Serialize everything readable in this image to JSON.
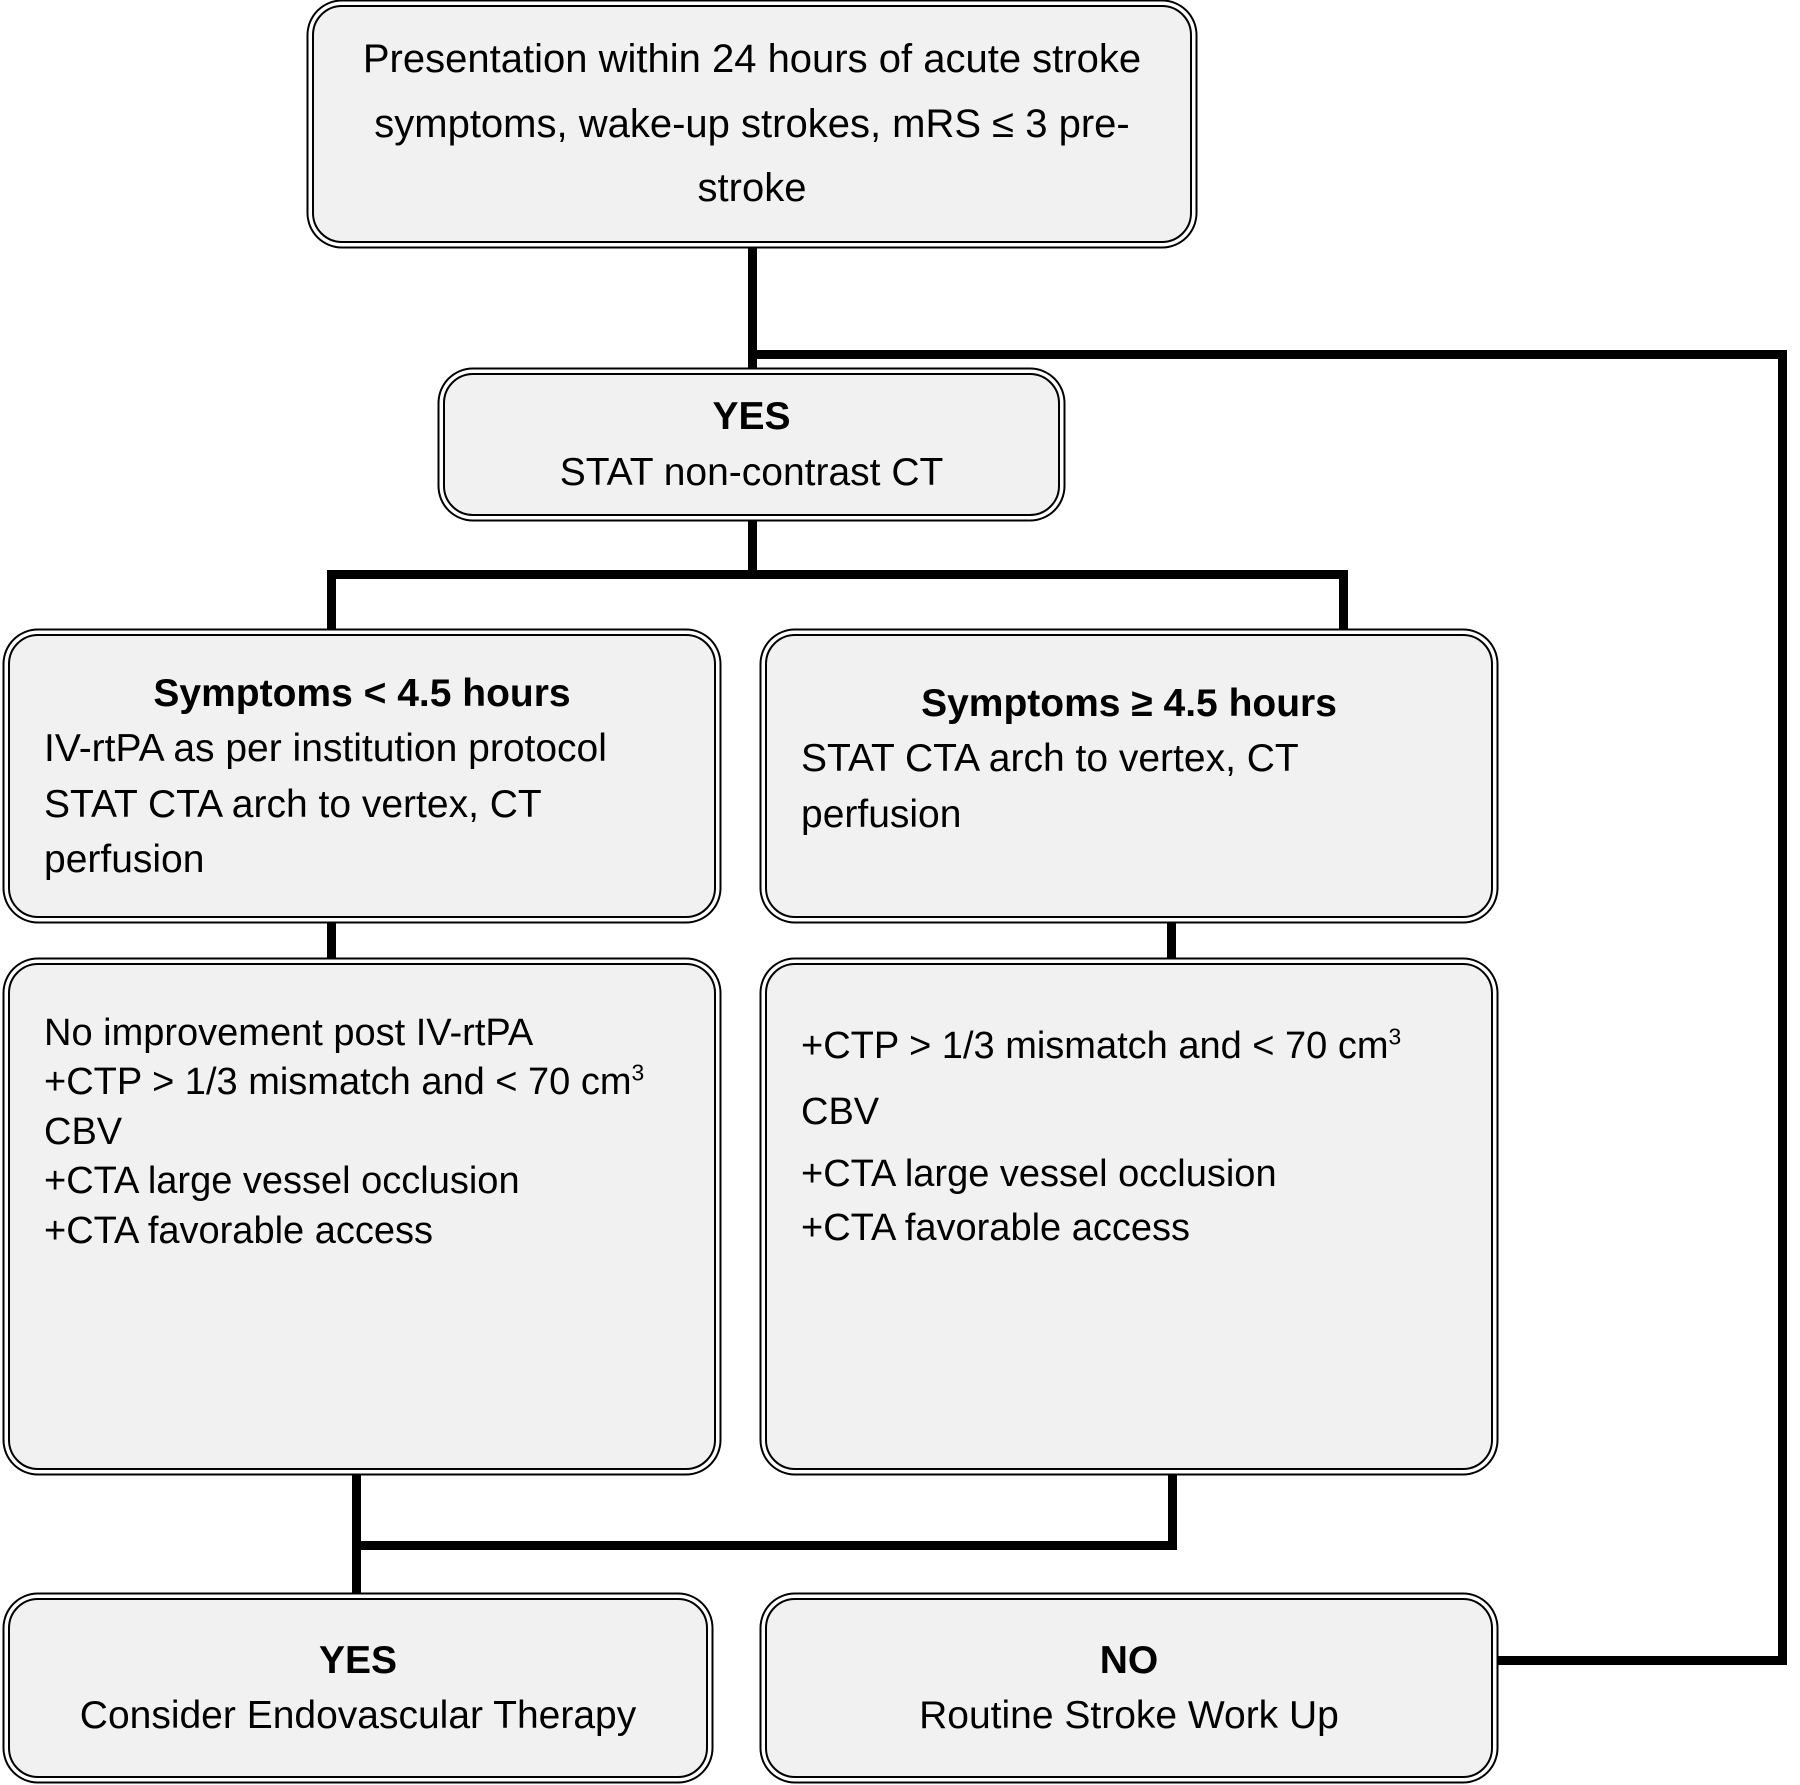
{
  "diagram": {
    "title": "Acute stroke presentation triage algorithm",
    "colors": {
      "node_fill": "#f1f1f1",
      "stroke": "#000000",
      "background": "#ffffff"
    }
  },
  "nodes": {
    "presentation": {
      "id": "presentation",
      "line1": "Presentation within 24 hours of acute stroke",
      "line2": "symptoms, wake-up strokes, mRS ≤ 3 pre-",
      "line3": "stroke"
    },
    "yes_ct": {
      "id": "yes-stat-ct",
      "header": "YES",
      "line1": "STAT non-contrast CT"
    },
    "symptoms_lt": {
      "id": "symptoms-less-than-4-5-hours",
      "header": "Symptoms < 4.5 hours",
      "line1": "IV-rtPA as per institution protocol",
      "line2": "STAT CTA arch to vertex, CT",
      "line3": "perfusion"
    },
    "symptoms_ge": {
      "id": "symptoms-greater-equal-4-5-hours",
      "header": "Symptoms ≥ 4.5 hours",
      "line1": "STAT CTA arch to vertex, CT",
      "line2": "perfusion"
    },
    "criteria_left": {
      "id": "criteria-left",
      "line1": "No improvement post IV-rtPA",
      "line2_a": "+CTP > 1/3 mismatch and < 70 cm",
      "line2_sup": "3",
      "line3": "CBV",
      "line4": "+CTA large vessel occlusion",
      "line5": "+CTA favorable access"
    },
    "criteria_right": {
      "id": "criteria-right",
      "line1_a": "+CTP > 1/3 mismatch and < 70 cm",
      "line1_sup": "3",
      "line2": "CBV",
      "line3": "+CTA large vessel occlusion",
      "line4": "+CTA favorable access"
    },
    "outcome_yes": {
      "id": "outcome-yes",
      "header": "YES",
      "line1": "Consider Endovascular Therapy"
    },
    "outcome_no": {
      "id": "outcome-no",
      "header": "NO",
      "line1": "Routine Stroke Work Up"
    }
  },
  "edges": [
    {
      "id": "presentation-to-yes",
      "from": "presentation",
      "to": "yes_ct"
    },
    {
      "id": "presentation-bypass-to-no",
      "from": "presentation",
      "to": "outcome_no"
    },
    {
      "id": "yes-to-symptoms-lt",
      "from": "yes_ct",
      "to": "symptoms_lt"
    },
    {
      "id": "yes-to-symptoms-ge",
      "from": "yes_ct",
      "to": "symptoms_ge"
    },
    {
      "id": "symptoms-lt-to-criteria-left",
      "from": "symptoms_lt",
      "to": "criteria_left"
    },
    {
      "id": "symptoms-ge-to-criteria-right",
      "from": "symptoms_ge",
      "to": "criteria_right"
    },
    {
      "id": "criteria-left-to-outcome-yes",
      "from": "criteria_left",
      "to": "outcome_yes"
    },
    {
      "id": "criteria-right-to-outcome-yes",
      "from": "criteria_right",
      "to": "outcome_yes"
    }
  ]
}
